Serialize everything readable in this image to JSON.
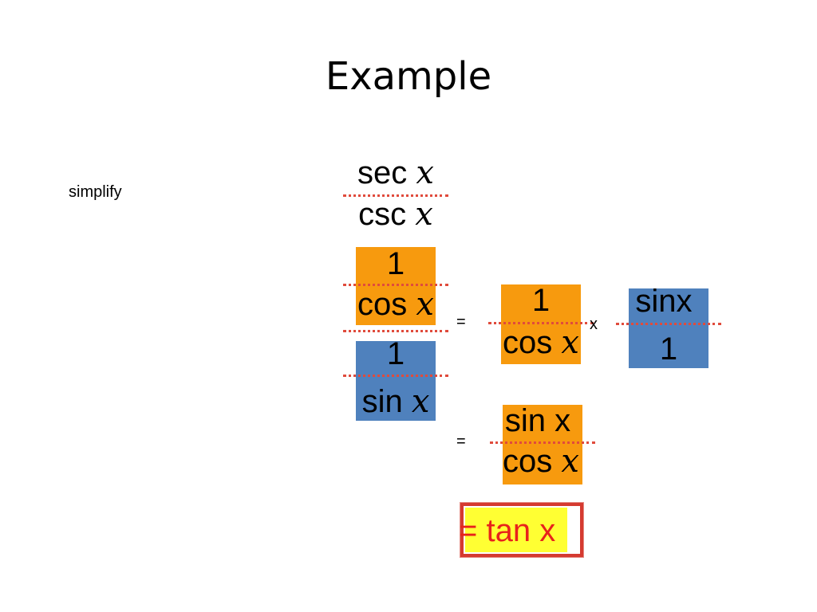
{
  "slide": {
    "title": "Example",
    "instruction": "simplify"
  },
  "original_fraction": {
    "numerator": "sec",
    "denominator": "csc",
    "variable": "x"
  },
  "complex_fraction": {
    "top": {
      "numerator": "1",
      "denominator": "cos",
      "variable": "x"
    },
    "bottom": {
      "numerator": "1",
      "denominator": "sin",
      "variable": "x"
    }
  },
  "step1": {
    "equals": "=",
    "left": {
      "numerator": "1",
      "denominator": "cos",
      "variable": "x"
    },
    "times": "x",
    "right": {
      "numerator": "sinx",
      "denominator": "1"
    }
  },
  "step2": {
    "equals": "=",
    "numerator": "sin x",
    "denominator": "cos",
    "variable": "x"
  },
  "answer": {
    "text": "= tan x"
  },
  "colors": {
    "orange": "#f79a0e",
    "blue": "#4f81bd",
    "dotted_line": "#e04b3c",
    "highlight": "#ffff33",
    "answer_text": "#e8221b"
  }
}
